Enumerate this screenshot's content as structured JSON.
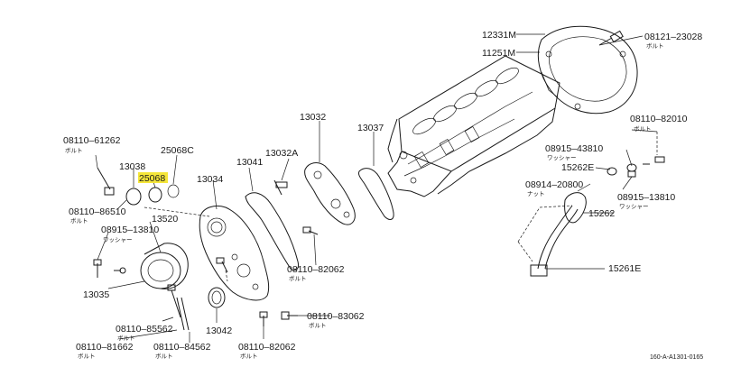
{
  "parts": {
    "p12331M": "12331M",
    "p11251M": "11251M",
    "p08121_23028": "08121–23028",
    "p08121_sub": "ボルト",
    "p13032": "13032",
    "p13037": "13037",
    "p13032A": "13032A",
    "p13041": "13041",
    "p13034": "13034",
    "p25068C": "25068C",
    "p25068": "25068",
    "p13038": "13038",
    "p08110_61262": "08110–61262",
    "p08110_61262_sub": "ボルト",
    "p08110_86510": "08110–86510",
    "p08110_86510_sub": "ボルト",
    "p13520": "13520",
    "p08915_13810_left": "08915–13810",
    "p08915_13810_left_sub": "ワッシャー",
    "p13035": "13035",
    "p08110_85562": "08110–85562",
    "p08110_85562_sub": "ボルト",
    "p13042": "13042",
    "p08110_81662": "08110–81662",
    "p08110_81662_sub": "ボルト",
    "p08110_84562": "08110–84562",
    "p08110_84562_sub": "ボルト",
    "p08110_82062_mid": "08110–82062",
    "p08110_82062_mid_sub": "ボルト",
    "p08110_82062_bot": "08110–82062",
    "p08110_82062_bot_sub": "ボルト",
    "p08110_83062": "08110–83062",
    "p08110_83062_sub": "ボルト",
    "p08110_82010": "08110–82010",
    "p08110_82010_sub": "ボルト",
    "p08915_43810": "08915–43810",
    "p08915_43810_sub": "ワッシャー",
    "p15262E": "15262E",
    "p08914_20800": "08914–20800",
    "p08914_20800_sub": "ナット",
    "p08915_13810_right": "08915–13810",
    "p08915_13810_right_sub": "ワッシャー",
    "p15262": "15262",
    "p15261E": "15261E"
  },
  "highlight_color": "#f5e63a",
  "figure_ref": "160-A-A1301-0165"
}
